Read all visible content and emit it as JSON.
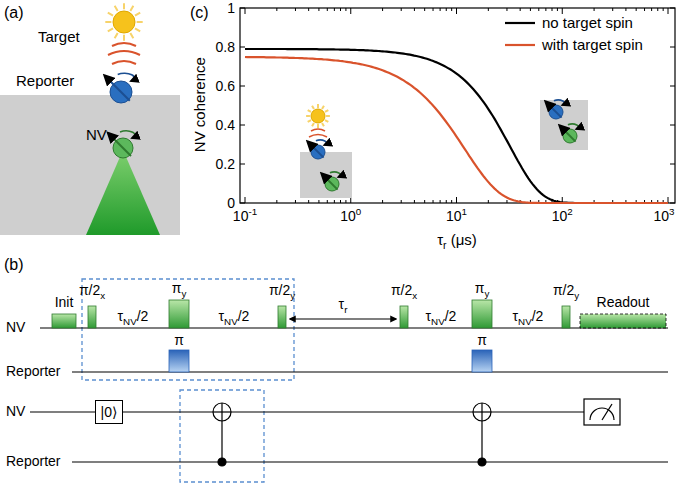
{
  "diagram": {
    "nodes": [
      {
        "text": [
          "|0⟩"
        ]
      }
    ],
    "edges": [],
    "labels": [
      "(a)",
      "Target",
      "Reporter",
      "NV",
      "(c)",
      "NV coherence",
      "1",
      "0.8",
      "0.6",
      "0.4",
      "0.2",
      "0",
      "10-1",
      "100",
      "101",
      "102",
      "103",
      "τr (μs)",
      "(b)",
      "Init",
      "π/2x",
      "τNV/2",
      "πy",
      "τNV/2",
      "π/2y",
      "τr",
      "π/2x",
      "τNV/2",
      "πy",
      "τNV/2",
      "π/2y",
      "Readout",
      "NV",
      "Reporter",
      "π",
      "π",
      "NV",
      "Reporter"
    ],
    "legend": [
      {
        "text": "no target spin"
      },
      {
        "text": "with target spin"
      }
    ]
  }
}
